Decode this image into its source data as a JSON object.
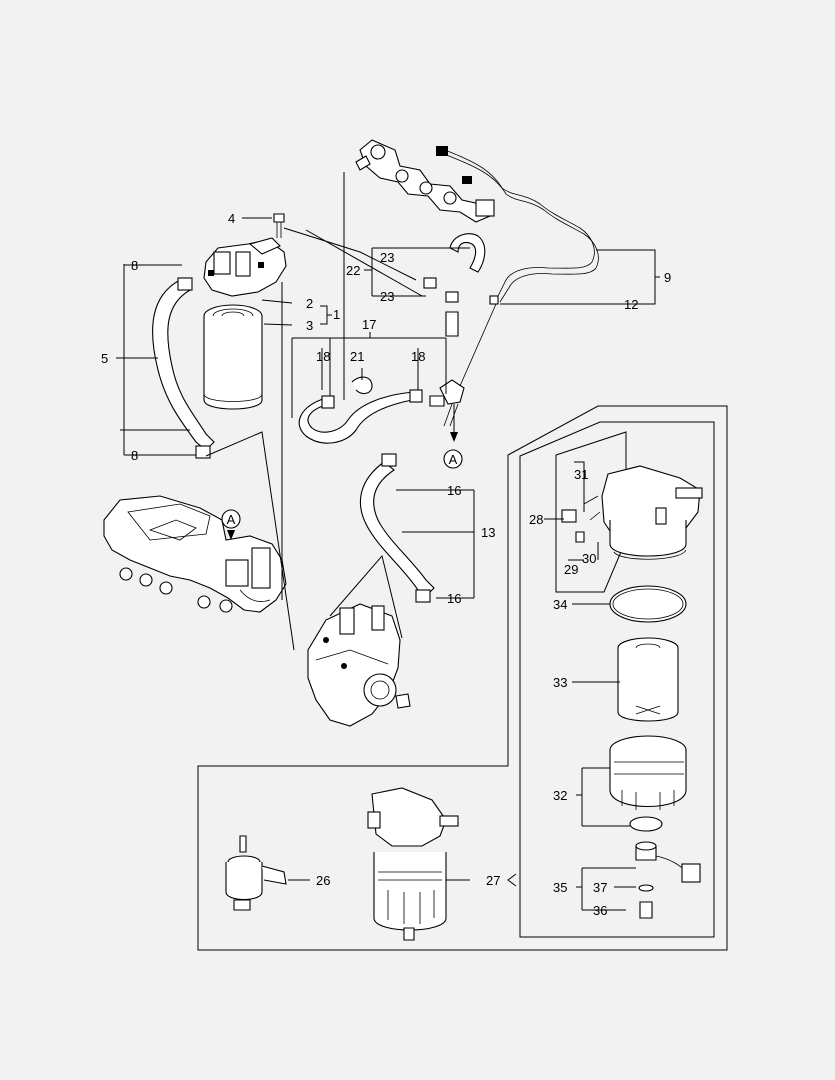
{
  "callouts": [
    {
      "id": "c1",
      "text": "1"
    },
    {
      "id": "c2",
      "text": "2"
    },
    {
      "id": "c3",
      "text": "3"
    },
    {
      "id": "c4",
      "text": "4"
    },
    {
      "id": "c5",
      "text": "5"
    },
    {
      "id": "c8a",
      "text": "8"
    },
    {
      "id": "c8b",
      "text": "8"
    },
    {
      "id": "c9",
      "text": "9"
    },
    {
      "id": "c12",
      "text": "12"
    },
    {
      "id": "c13",
      "text": "13"
    },
    {
      "id": "c16a",
      "text": "16"
    },
    {
      "id": "c16b",
      "text": "16"
    },
    {
      "id": "c17",
      "text": "17"
    },
    {
      "id": "c18a",
      "text": "18"
    },
    {
      "id": "c18b",
      "text": "18"
    },
    {
      "id": "c21",
      "text": "21"
    },
    {
      "id": "c22",
      "text": "22"
    },
    {
      "id": "c23a",
      "text": "23"
    },
    {
      "id": "c23b",
      "text": "23"
    },
    {
      "id": "c26",
      "text": "26"
    },
    {
      "id": "c27",
      "text": "27"
    },
    {
      "id": "c28",
      "text": "28"
    },
    {
      "id": "c29",
      "text": "29"
    },
    {
      "id": "c30",
      "text": "30"
    },
    {
      "id": "c31",
      "text": "31"
    },
    {
      "id": "c32",
      "text": "32"
    },
    {
      "id": "c33",
      "text": "33"
    },
    {
      "id": "c34",
      "text": "34"
    },
    {
      "id": "c35",
      "text": "35"
    },
    {
      "id": "c36",
      "text": "36"
    },
    {
      "id": "c37",
      "text": "37"
    }
  ],
  "markers": [
    {
      "id": "mA1",
      "text": "A"
    },
    {
      "id": "mA2",
      "text": "A"
    }
  ]
}
